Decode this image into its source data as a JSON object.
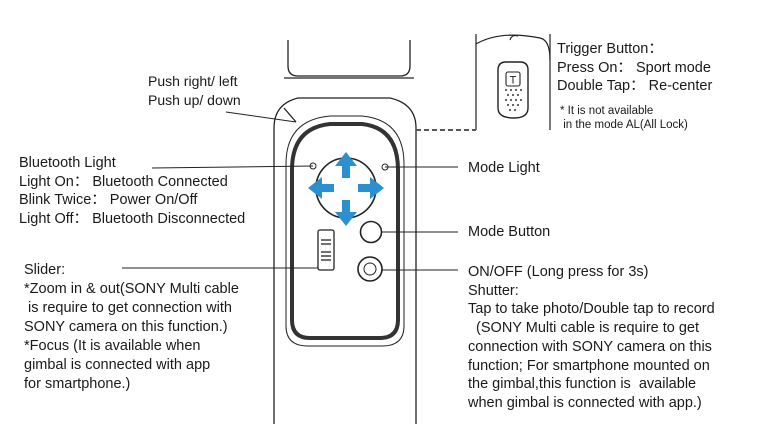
{
  "labels": {
    "joystick": "Push right/ left\nPush up/ down",
    "bluetooth": "Bluetooth Light\nLight On： Bluetooth Connected\nBlink Twice： Power On/Off\nLight Off： Bluetooth Disconnected",
    "mode_light": "Mode Light",
    "mode_button": "Mode Button",
    "slider": "Slider:\n*Zoom in & out(SONY Multi cable\n is require to get connection with\nSONY camera on this function.)\n*Focus (It is available when\ngimbal is connected with app\nfor smartphone.)",
    "onoff": "ON/OFF (Long press for 3s)\nShutter:\nTap to take photo/Double tap to record\n  (SONY Multi cable is require to get\nconnection with SONY camera on this\nfunction; For smartphone mounted on\nthe gimbal,this function is  available\nwhen gimbal is connected with app.)",
    "trigger": "Trigger Button：\nPress On： Sport mode\nDouble Tap： Re-center",
    "trigger_note": "* It is not available\n in the mode AL(All Lock)",
    "trigger_glyph": "T"
  },
  "colors": {
    "arrow": "#2b8fd0",
    "line": "#222222",
    "dashed": "#555555"
  },
  "icons": [
    "up-arrow-icon",
    "down-arrow-icon",
    "left-arrow-icon",
    "right-arrow-icon",
    "trigger-t-icon"
  ]
}
